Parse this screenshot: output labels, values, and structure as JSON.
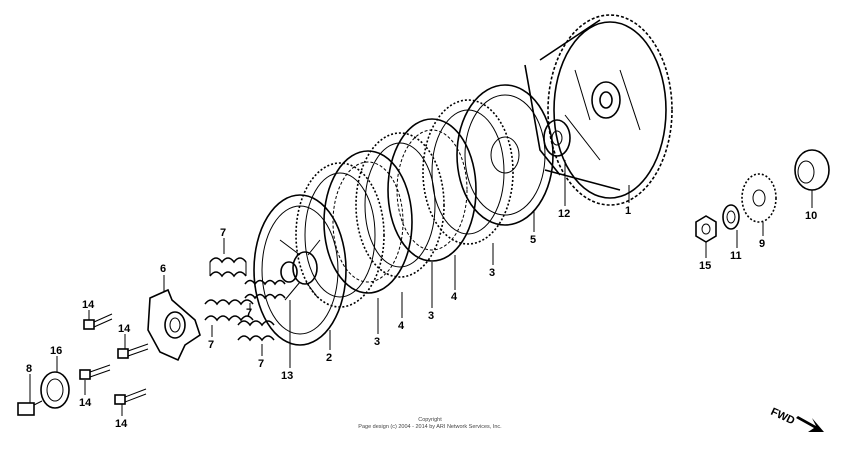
{
  "callouts": {
    "c1": "1",
    "c2": "2",
    "c3a": "3",
    "c3b": "3",
    "c3c": "3",
    "c4a": "4",
    "c4b": "4",
    "c5": "5",
    "c6": "6",
    "c7a": "7",
    "c7b": "7",
    "c7c": "7",
    "c7d": "7",
    "c8": "8",
    "c9": "9",
    "c10": "10",
    "c11": "11",
    "c12": "12",
    "c13": "13",
    "c14a": "14",
    "c14b": "14",
    "c14c": "14",
    "c14d": "14",
    "c15": "15",
    "c16": "16"
  },
  "copyright": {
    "line1": "Copyright",
    "line2": "Page design (c) 2004 - 2014 by ARI Network Services, Inc."
  },
  "fwd_label": "FWD",
  "colors": {
    "ink": "#000000",
    "paper": "#ffffff"
  }
}
